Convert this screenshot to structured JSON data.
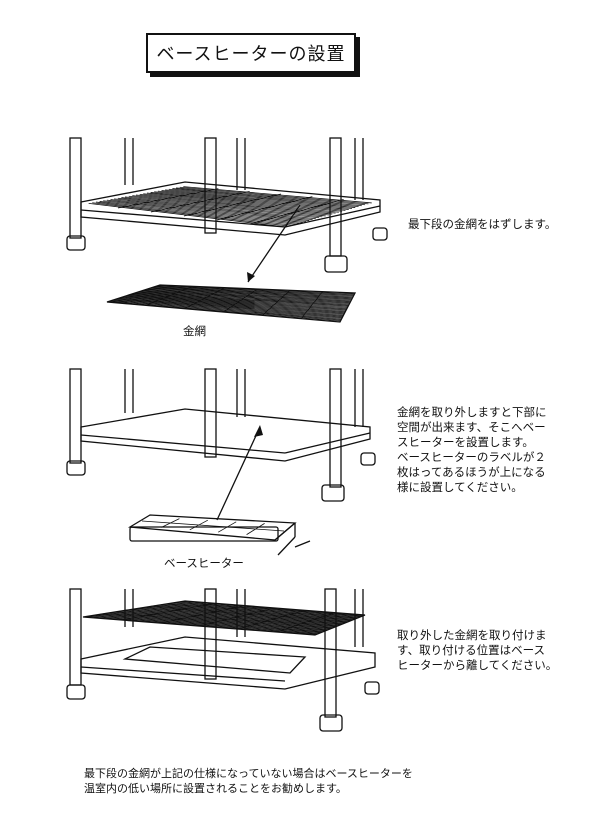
{
  "title": "ベースヒーターの設置",
  "steps": [
    {
      "label": "金網",
      "note": "最下段の金網をはずします。"
    },
    {
      "label": "ベースヒーター",
      "note": "金網を取り外しますと下部に\n空間が出来ます、そこへベー\nスヒーターを設置します。\nベースヒーターのラベルが２\n枚はってあるほうが上になる\n様に設置してください。"
    },
    {
      "label": "",
      "note": "取り外した金網を取り付けま\nす、取り付ける位置はベース\nヒーターから離してください。"
    }
  ],
  "footer": "最下段の金網が上記の仕様になっていない場合はベースヒーターを\n温室内の低い場所に設置されることをお勧めします。"
}
